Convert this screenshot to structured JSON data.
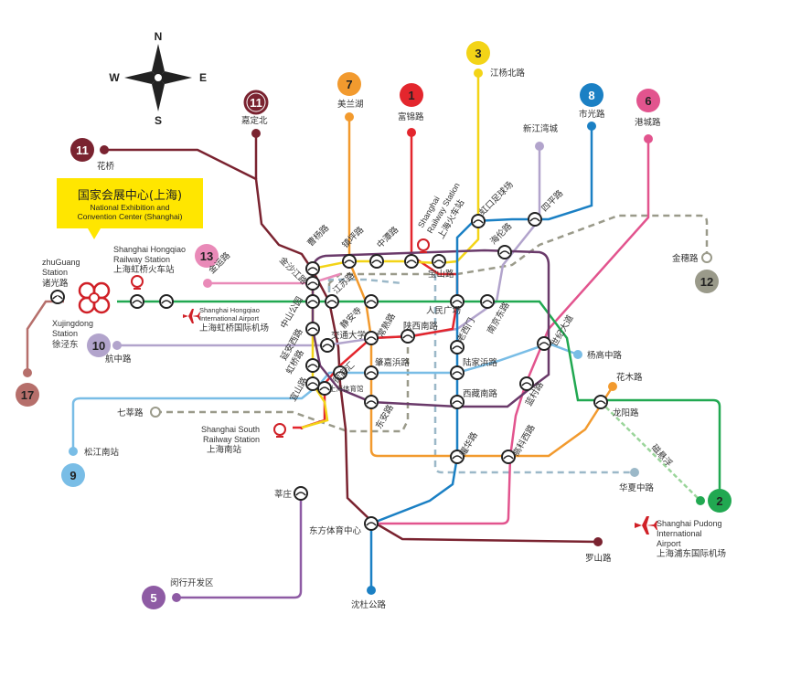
{
  "compass": {
    "n": "N",
    "s": "S",
    "e": "E",
    "w": "W"
  },
  "callout": {
    "zh": "国家会展中心(上海)",
    "en1": "National Exhibition and",
    "en2": "Convention Center (Shanghai)"
  },
  "lines": [
    {
      "id": "1",
      "color": "#e3262d"
    },
    {
      "id": "2",
      "color": "#21a851"
    },
    {
      "id": "3",
      "color": "#f3d417"
    },
    {
      "id": "5",
      "color": "#8e5ba4"
    },
    {
      "id": "7",
      "color": "#f29a2e"
    },
    {
      "id": "8",
      "color": "#1b80c4"
    },
    {
      "id": "9",
      "color": "#79bde6"
    },
    {
      "id": "10",
      "color": "#b2a4cc"
    },
    {
      "id": "11",
      "color": "#7a2330"
    },
    {
      "id": "12",
      "color": "#9a9a8a"
    },
    {
      "id": "13",
      "color": "#e98ab8"
    },
    {
      "id": "17",
      "color": "#b66f6b"
    },
    {
      "id": "maglev",
      "color": "#9ad59a"
    },
    {
      "id": "loop",
      "color": "#6a3a6a"
    }
  ],
  "badges": [
    "11",
    "7",
    "1",
    "3",
    "8",
    "6",
    "11",
    "13",
    "10",
    "17",
    "12",
    "9",
    "2",
    "5"
  ],
  "termini": {
    "huaqiao": "花桥",
    "jiadingbei": "嘉定北",
    "meilanhu": "美兰湖",
    "fujinlu": "富锦路",
    "jiangyangbeilu": "江杨北路",
    "shiguanglu": "市光路",
    "gangchenglu": "港城路",
    "xinjiangwancheng": "新江湾城",
    "jinyunlu": "金运路",
    "zhuguang_en1": "zhuGuang",
    "zhuguang_en2": "Station",
    "zhuguang_zh": "诸光路",
    "xujingdong_en1": "Xujingdong",
    "xujingdong_en2": "Station",
    "xujingdong_zh": "徐泾东",
    "hangzhonglu": "航中路",
    "songjiangnanzhan": "松江南站",
    "qixinlu": "七莘路",
    "jinsuilu": "金穗路",
    "yanggaozhonglu": "杨高中路",
    "huamulu": "花木路",
    "longyanglu": "龙阳路",
    "huaxiazhonglu": "华夏中路",
    "minhangkaifaqu": "闵行开发区",
    "shenduhonglu": "沈杜公路",
    "luoshanlu": "罗山路",
    "maglev": "磁悬浮"
  },
  "hubs": {
    "hongqiao_rail_en1": "Shanghai Hongqiao",
    "hongqiao_rail_en2": "Railway Station",
    "hongqiao_rail_zh": "上海虹桥火车站",
    "hongqiao_air_en1": "Shanghai Hongqiao",
    "hongqiao_air_en2": "International Airport",
    "hongqiao_air_zh": "上海虹桥国际机场",
    "shanghai_rail_en1": "Shanghai",
    "shanghai_rail_en2": "Railway Station",
    "shanghai_rail_zh": "上海火车站",
    "south_rail_en1": "Shanghai South",
    "south_rail_en2": "Railway Station",
    "south_rail_zh": "上海南站",
    "pudong_air_en1": "Shanghai Pudong",
    "pudong_air_en2": "International",
    "pudong_air_en3": "Airport",
    "pudong_air_zh": "上海浦东国际机场"
  },
  "stations": {
    "caoyanglu": "曹杨路",
    "jinshajianglu": "金沙江路",
    "zhenpinglu": "镇坪路",
    "zhongtanlu": "中潭路",
    "baoshanlu": "宝山路",
    "hongkouzuqiuchang": "虹口足球场",
    "hailunlu": "海伦路",
    "siping lu": "四平路",
    "jiangsulu": "江苏路",
    "zhongshangongyuan": "中山公园",
    "jingansi": "静安寺",
    "changshulu": "常熟路",
    "shanxinanlu": "陕西南路",
    "renminguangchang": "人民广场",
    "nanjingdonglu": "南京东路",
    "yananxilu": "延安西路",
    "jiaotongdaxue": "交通大学",
    "laoximen": "老西门",
    "hongqiaolu": "虹桥路",
    "xujiahui": "徐家汇",
    "zhaojiabanglu": "肇嘉浜路",
    "lujiabanglu": "陆家浜路",
    "shijidadao": "世纪大道",
    "yishanlu": "宜山路",
    "shanghaitiyuguan": "上海体育馆",
    "xizangnanlu": "西藏南路",
    "lancunlu": "蓝村路",
    "dongananlu": "东安路",
    "jiahualu": "耀华路",
    "gaokexilu": "高科西路",
    "xinzhuang": "莘庄",
    "dongfangtiyuzhongxin": "东方体育中心"
  }
}
